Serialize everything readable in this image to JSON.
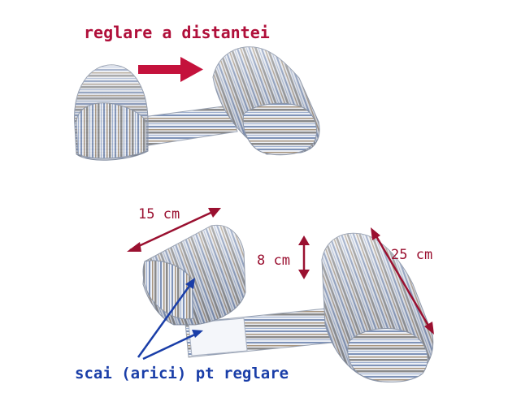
{
  "texts": {
    "top_label": "reglare a distantei",
    "width_label": "15 cm",
    "height_label": "8 cm",
    "length_label": "25 cm",
    "bottom_label": "scai (arici) pt reglare"
  },
  "colors": {
    "top_label": "#b00f3a",
    "dimension_labels": "#9a1030",
    "dimension_arrows": "#9a1030",
    "adjust_arrow": "#c4123c",
    "bottom_label": "#1a3ea8",
    "pointer_arrows": "#1a3ea8",
    "fabric_base": "#e9edf3",
    "stripe_blue": "#7f93b8",
    "stripe_grey": "#8a8a8a",
    "stripe_tan": "#a89680"
  },
  "icons": {
    "adjust_arrow": "arrow-right-icon",
    "dimension_arrows": "double-arrow-icon",
    "pointer_arrows": "arrow-pointer-icon"
  }
}
